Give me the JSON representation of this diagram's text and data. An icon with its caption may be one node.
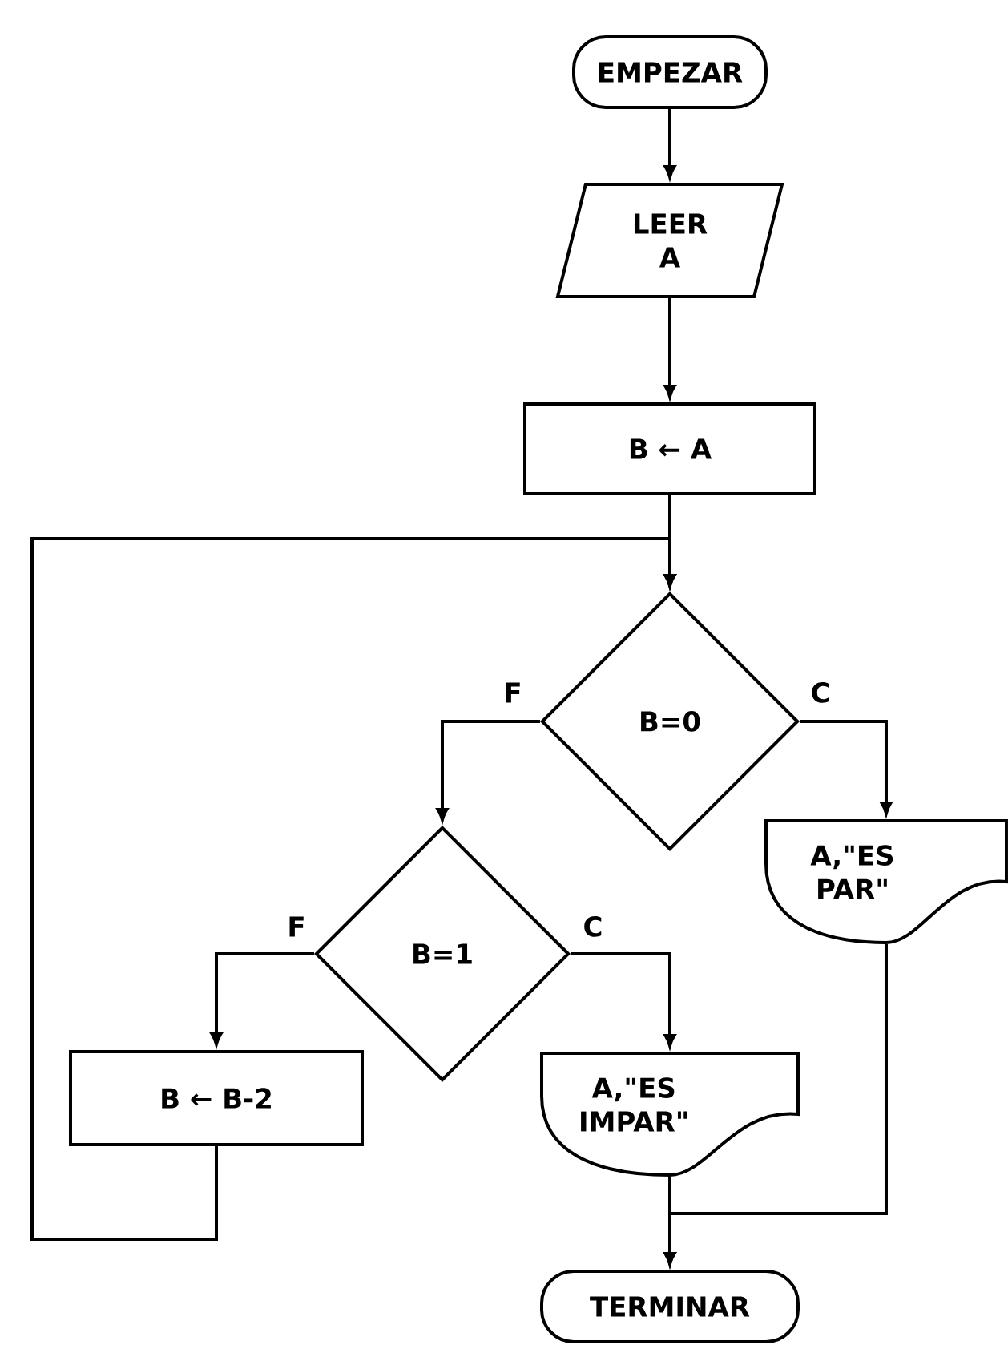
{
  "diagram": {
    "nodes": [
      {
        "text": [
          "EMPEZAR"
        ]
      },
      {
        "text": [
          "LEER A"
        ]
      },
      {
        "text": [
          "B ← A"
        ]
      },
      {
        "text": [
          "B=0"
        ]
      },
      {
        "text": [
          "B=1"
        ]
      },
      {
        "text": [
          "A,\"ES PAR\""
        ]
      },
      {
        "text": [
          "B ← B-2"
        ]
      },
      {
        "text": [
          "A,\"ES IMPAR\""
        ]
      },
      {
        "text": [
          "TERMINAR"
        ]
      }
    ],
    "edges": [
      {
        "from": 0,
        "to": 1,
        "arrow": "to"
      },
      {
        "from": 1,
        "to": 2,
        "arrow": "to"
      },
      {
        "from": 2,
        "to": 3,
        "arrow": "to"
      },
      {
        "from": 3,
        "to": 4,
        "arrow": "to",
        "label": "F"
      },
      {
        "from": 3,
        "to": 5,
        "arrow": "to",
        "label": "C"
      },
      {
        "from": 4,
        "to": 6,
        "arrow": "to",
        "label": "F"
      },
      {
        "from": 4,
        "to": 7,
        "arrow": "to",
        "label": "C"
      },
      {
        "from": 6,
        "to": 3,
        "arrow": "to"
      },
      {
        "from": 5,
        "to": 8,
        "arrow": "to"
      },
      {
        "from": 7,
        "to": 8,
        "arrow": "to"
      }
    ]
  }
}
